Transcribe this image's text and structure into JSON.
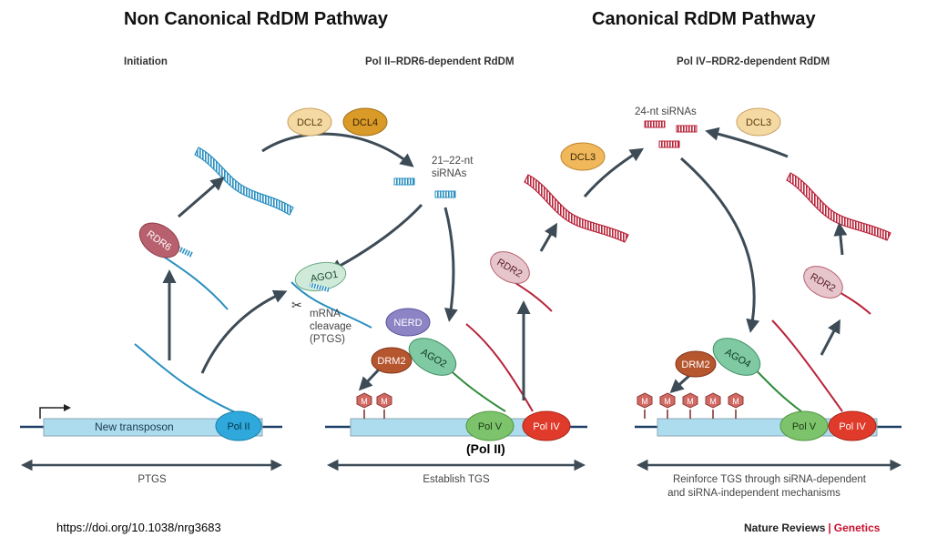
{
  "titles": {
    "non_canonical": "Non Canonical RdDM Pathway",
    "canonical": "Canonical RdDM Pathway"
  },
  "sections": {
    "initiation": "Initiation",
    "pol2_rdr6": "Pol II–RDR6-dependent RdDM",
    "pol4_rdr2": "Pol IV–RDR2-dependent RdDM"
  },
  "labels": {
    "new_transposon": "New transposon",
    "pol2": "Pol II",
    "pol5": "Pol V",
    "pol4": "Pol IV",
    "pol2_paren": "(Pol II)",
    "rdr6": "RDR6",
    "rdr2": "RDR2",
    "dcl2": "DCL2",
    "dcl3": "DCL3",
    "dcl4": "DCL4",
    "ago1": "AGO1",
    "ago2": "AGO2",
    "ago4": "AGO4",
    "nerd": "NERD",
    "drm2": "DRM2",
    "methyl": "M",
    "sirna_21_22": [
      "21–22-nt",
      "siRNAs"
    ],
    "sirna_24": "24-nt siRNAs",
    "mrna_cleavage": [
      "mRNA",
      "cleavage",
      "(PTGS)"
    ],
    "ptgs": "PTGS",
    "establish_tgs": "Establish TGS",
    "reinforce_tgs": [
      "Reinforce TGS through siRNA-dependent",
      "and siRNA-independent mechanisms"
    ]
  },
  "footer": {
    "doi": "https://doi.org/10.1038/nrg3683",
    "journal": "Nature Reviews",
    "separator": "|",
    "section": "Genetics"
  },
  "colors": {
    "blue_rna": "#2a8fc0",
    "red_rna": "#b8243a",
    "arrow": "#3d4b56",
    "transposon_fill": "#aedcef",
    "pol2_fill": "#2fa9dc",
    "pol5_fill": "#7cc36b",
    "pol4_fill": "#e03a2a",
    "dcl_light": "#f5d9a3",
    "dcl_dark": "#d99a28",
    "rdr_fill": "#b8606e",
    "ago_fill": "#7fcaa3",
    "nerd_fill": "#8c84c4",
    "drm2_fill": "#b6562f",
    "methyl_fill": "#d26a64",
    "accent": "#c8102e"
  }
}
